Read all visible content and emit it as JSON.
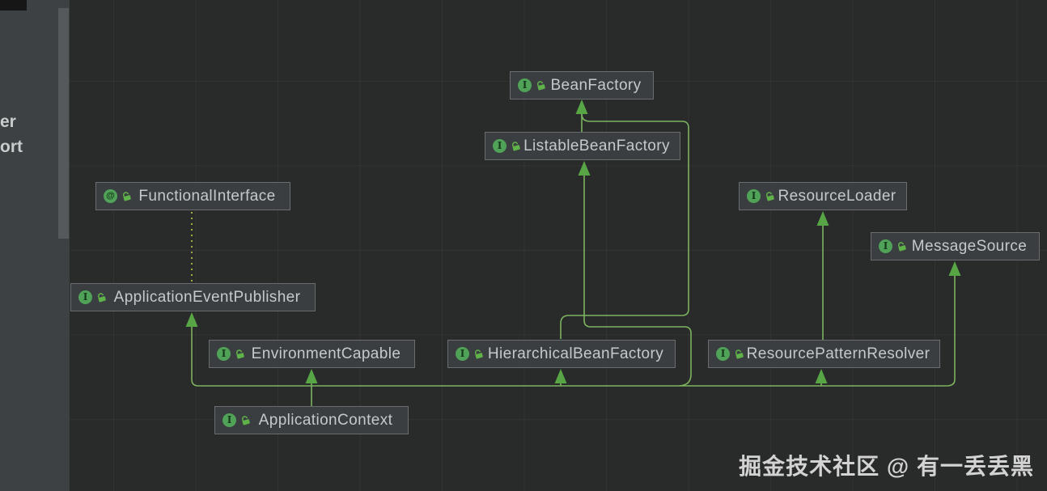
{
  "sidebar": {
    "items": [
      {
        "label": "er"
      },
      {
        "label": "ort"
      }
    ]
  },
  "diagram": {
    "nodes": [
      {
        "id": "bean-factory",
        "label": "BeanFactory",
        "kind": "interface",
        "icon_glyph": "I"
      },
      {
        "id": "listable-bean-factory",
        "label": "ListableBeanFactory",
        "kind": "interface",
        "icon_glyph": "I"
      },
      {
        "id": "functional-interface",
        "label": "FunctionalInterface",
        "kind": "annotation",
        "icon_glyph": "@"
      },
      {
        "id": "resource-loader",
        "label": "ResourceLoader",
        "kind": "interface",
        "icon_glyph": "I"
      },
      {
        "id": "message-source",
        "label": "MessageSource",
        "kind": "interface",
        "icon_glyph": "I"
      },
      {
        "id": "application-event-publisher",
        "label": "ApplicationEventPublisher",
        "kind": "interface",
        "icon_glyph": "I"
      },
      {
        "id": "environment-capable",
        "label": "EnvironmentCapable",
        "kind": "interface",
        "icon_glyph": "I"
      },
      {
        "id": "hierarchical-bean-factory",
        "label": "HierarchicalBeanFactory",
        "kind": "interface",
        "icon_glyph": "I"
      },
      {
        "id": "resource-pattern-resolver",
        "label": "ResourcePatternResolver",
        "kind": "interface",
        "icon_glyph": "I"
      },
      {
        "id": "application-context",
        "label": "ApplicationContext",
        "kind": "interface",
        "icon_glyph": "I"
      }
    ],
    "edges": [
      {
        "from": "ListableBeanFactory",
        "to": "BeanFactory",
        "type": "extends"
      },
      {
        "from": "HierarchicalBeanFactory",
        "to": "BeanFactory",
        "type": "extends"
      },
      {
        "from": "ApplicationContext",
        "to": "ListableBeanFactory",
        "type": "extends"
      },
      {
        "from": "ApplicationContext",
        "to": "HierarchicalBeanFactory",
        "type": "extends"
      },
      {
        "from": "ApplicationContext",
        "to": "EnvironmentCapable",
        "type": "extends"
      },
      {
        "from": "ApplicationContext",
        "to": "ApplicationEventPublisher",
        "type": "extends"
      },
      {
        "from": "ApplicationContext",
        "to": "ResourcePatternResolver",
        "type": "extends"
      },
      {
        "from": "ApplicationContext",
        "to": "MessageSource",
        "type": "extends"
      },
      {
        "from": "ResourcePatternResolver",
        "to": "ResourceLoader",
        "type": "extends"
      },
      {
        "from": "ApplicationEventPublisher",
        "to": "FunctionalInterface",
        "type": "annotated-by"
      }
    ],
    "icons": {
      "interface": "green-circle-I-icon",
      "annotation": "green-circle-at-icon",
      "visibility": "open-lock-icon"
    }
  },
  "watermark": {
    "text": "掘金技术社区 @ 有一丢丢黑"
  },
  "colors": {
    "canvas_bg": "#292a2a",
    "sidebar_bg": "#3e4143",
    "scrollbar_thumb": "#55595b",
    "node_bg": "#3b3e40",
    "node_border": "#6a6d6f",
    "node_text": "#c5c9cc",
    "edge_line": "#7cb35f",
    "edge_arrow": "#58a546",
    "dotted_line": "#a3aa42",
    "icon_green": "#4fa257",
    "lock_green": "#5fb14a",
    "watermark_text": "#d3d3d3"
  }
}
